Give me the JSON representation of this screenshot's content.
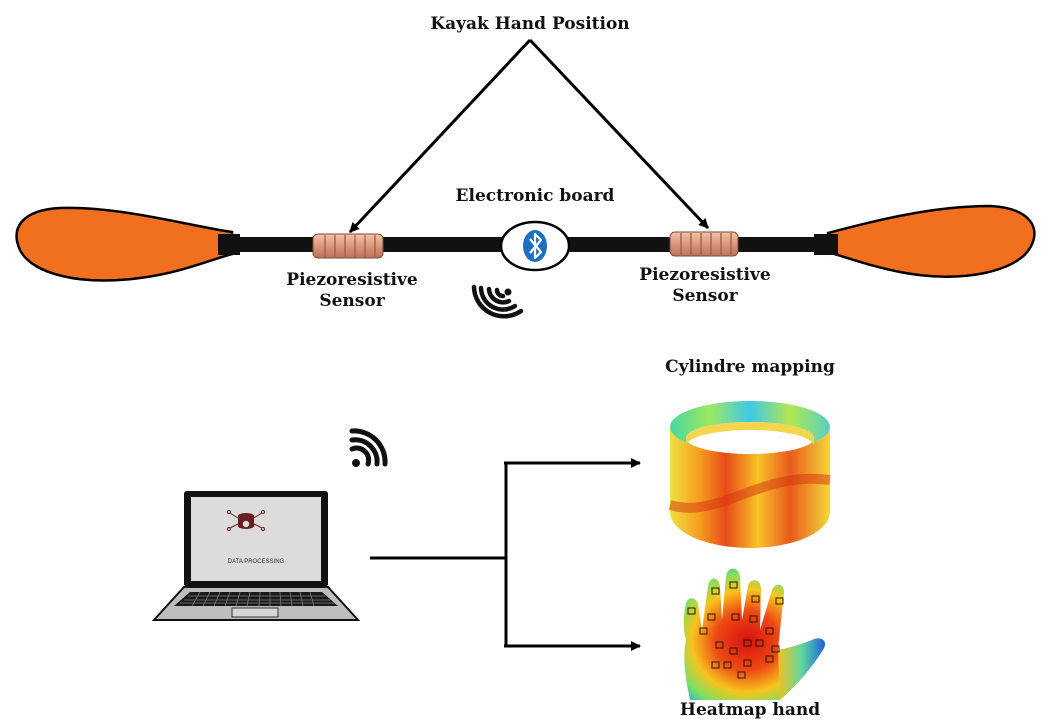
{
  "labels": {
    "kayak_hand_position": "Kayak Hand Position",
    "electronic_board": "Electronic board",
    "sensor_left_line1": "Piezoresistive",
    "sensor_left_line2": "Sensor",
    "sensor_right_line1": "Piezoresistive",
    "sensor_right_line2": "Sensor",
    "cylinder_mapping": "Cylindre mapping",
    "heatmap_hand": "Heatmap hand",
    "laptop_screen_text": "DATA PROCESSING"
  },
  "icons": {
    "bluetooth": "bluetooth-icon",
    "signal_waves": "signal-waves-icon",
    "wifi": "wifi-icon",
    "data_processing": "database-gear-icon"
  },
  "colors": {
    "paddle_blade": "#f07020",
    "shaft": "#111111",
    "sensor": "#e0a48a",
    "bluetooth": "#1f6fc0"
  }
}
